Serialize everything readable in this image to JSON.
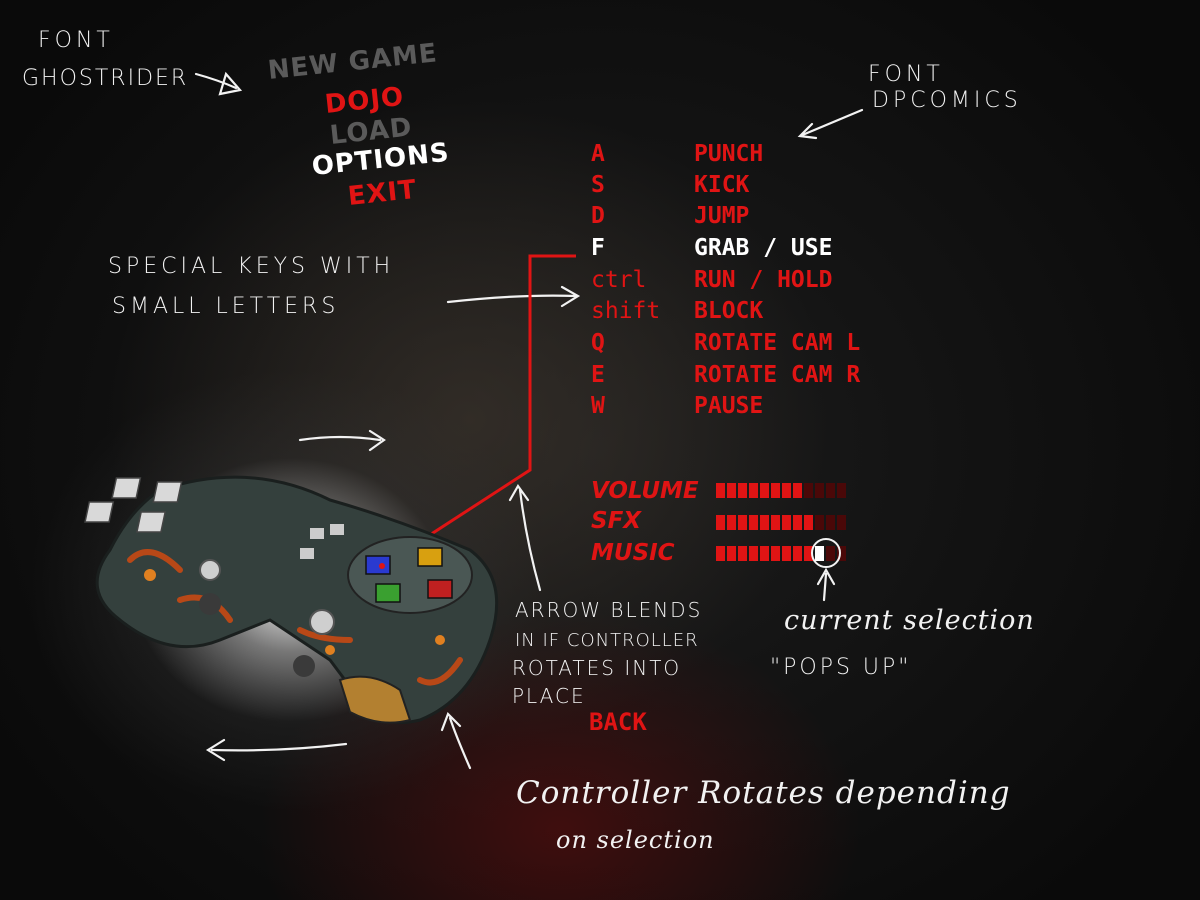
{
  "menu": {
    "items": [
      {
        "label": "NEW GAME",
        "color": "#5a5a5a"
      },
      {
        "label": "DOJO",
        "color": "#e01414"
      },
      {
        "label": "LOAD",
        "color": "#5a5a5a"
      },
      {
        "label": "OPTIONS",
        "color": "#ffffff"
      },
      {
        "label": "EXIT",
        "color": "#e01414"
      }
    ]
  },
  "controls": [
    {
      "key": "A",
      "action": "PUNCH",
      "selected": false
    },
    {
      "key": "S",
      "action": "KICK",
      "selected": false
    },
    {
      "key": "D",
      "action": "JUMP",
      "selected": false
    },
    {
      "key": "F",
      "action": "GRAB / USE",
      "selected": true
    },
    {
      "key": "ctrl",
      "action": "RUN / HOLD",
      "selected": false
    },
    {
      "key": "shift",
      "action": "BLOCK",
      "selected": false
    },
    {
      "key": "Q",
      "action": "ROTATE CAM L",
      "selected": false
    },
    {
      "key": "E",
      "action": "ROTATE CAM R",
      "selected": false
    },
    {
      "key": "W",
      "action": "PAUSE",
      "selected": false
    }
  ],
  "audio": [
    {
      "label": "VOLUME",
      "level": 8,
      "max": 12,
      "selected": false
    },
    {
      "label": "SFX",
      "level": 9,
      "max": 12,
      "selected": false
    },
    {
      "label": "MUSIC",
      "level": 9,
      "max": 12,
      "selected": true
    }
  ],
  "back_label": "BACK",
  "annotations": {
    "font_ghostrider_1": "FONT",
    "font_ghostrider_2": "GHOSTRIDER",
    "font_dpcomics_1": "FONT",
    "font_dpcomics_2": "DPCOMICS",
    "special_keys_1": "SPECIAL KEYS WITH",
    "special_keys_2": "SMALL LETTERS",
    "arrow_blends_1": "ARROW BLENDS",
    "arrow_blends_2": "IN IF CONTROLLER",
    "arrow_blends_3": "ROTATES INTO",
    "arrow_blends_4": "PLACE",
    "current_selection": "current selection",
    "pops_up": "\"POPS UP\"",
    "controller_rotates_1": "Controller Rotates depending",
    "controller_rotates_2": "on selection"
  },
  "colors": {
    "accent_red": "#e01414",
    "dim_red": "#4a0808",
    "selected_white": "#ffffff",
    "inactive_gray": "#5a5a5a"
  },
  "icons": {
    "controller": "gamepad-icon",
    "pointer_line": "red-pointer-line"
  }
}
